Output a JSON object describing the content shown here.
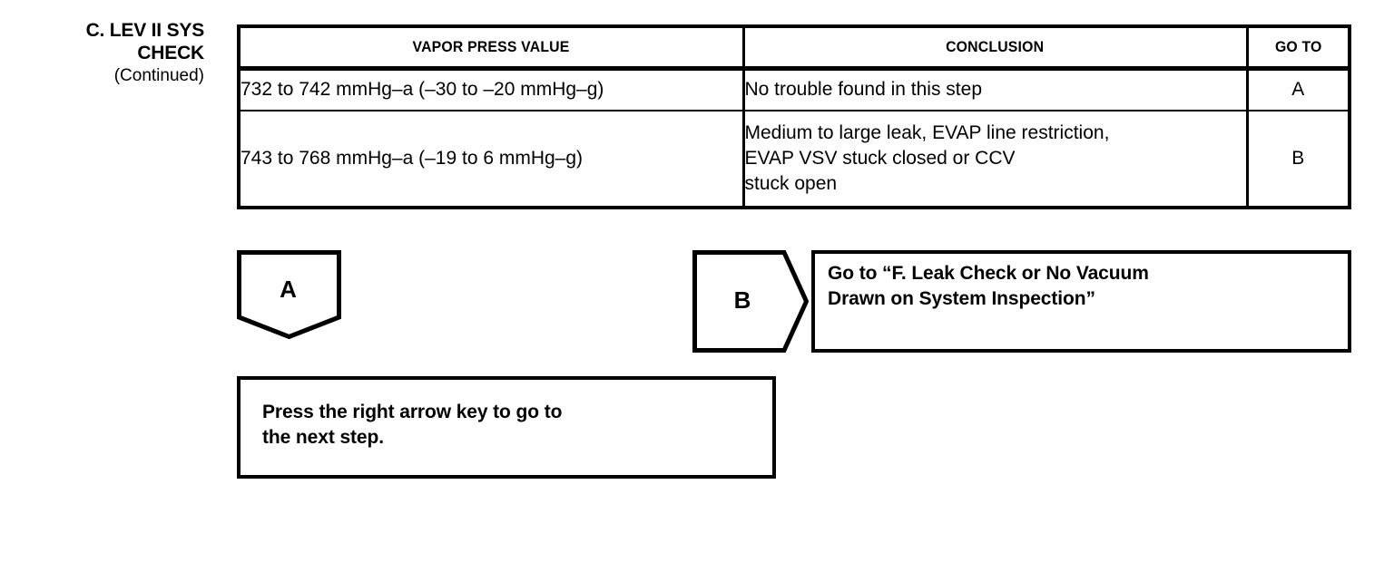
{
  "page": {
    "heading": {
      "line1": "C. LEV II SYS",
      "line2": "CHECK",
      "continued": "(Continued)"
    }
  },
  "table": {
    "headers": {
      "vapor": "VAPOR PRESS VALUE",
      "conclusion": "CONCLUSION",
      "goto": "GO TO"
    },
    "rows": [
      {
        "vapor": "732 to 742 mmHg–a (–30 to –20 mmHg–g)",
        "conclusion": "No trouble found in this step",
        "goto": "A"
      },
      {
        "vapor": "743 to 768 mmHg–a (–19 to 6 mmHg–g)",
        "conclusion": "Medium to large leak, EVAP line restriction,\nEVAP VSV stuck closed or CCV\nstuck open",
        "goto": "B"
      }
    ]
  },
  "flow": {
    "connector_a": {
      "label": "A",
      "shape": "pentagon-down"
    },
    "connector_b": {
      "label": "B",
      "shape": "pentagon-right"
    },
    "goto_box": {
      "text": "Go to “F. Leak Check or No Vacuum\nDrawn on System Inspection”"
    },
    "instruction_box": {
      "text": "Press the right arrow key to go to\nthe next step."
    }
  },
  "colors": {
    "ink": "#000000",
    "paper": "#ffffff"
  }
}
